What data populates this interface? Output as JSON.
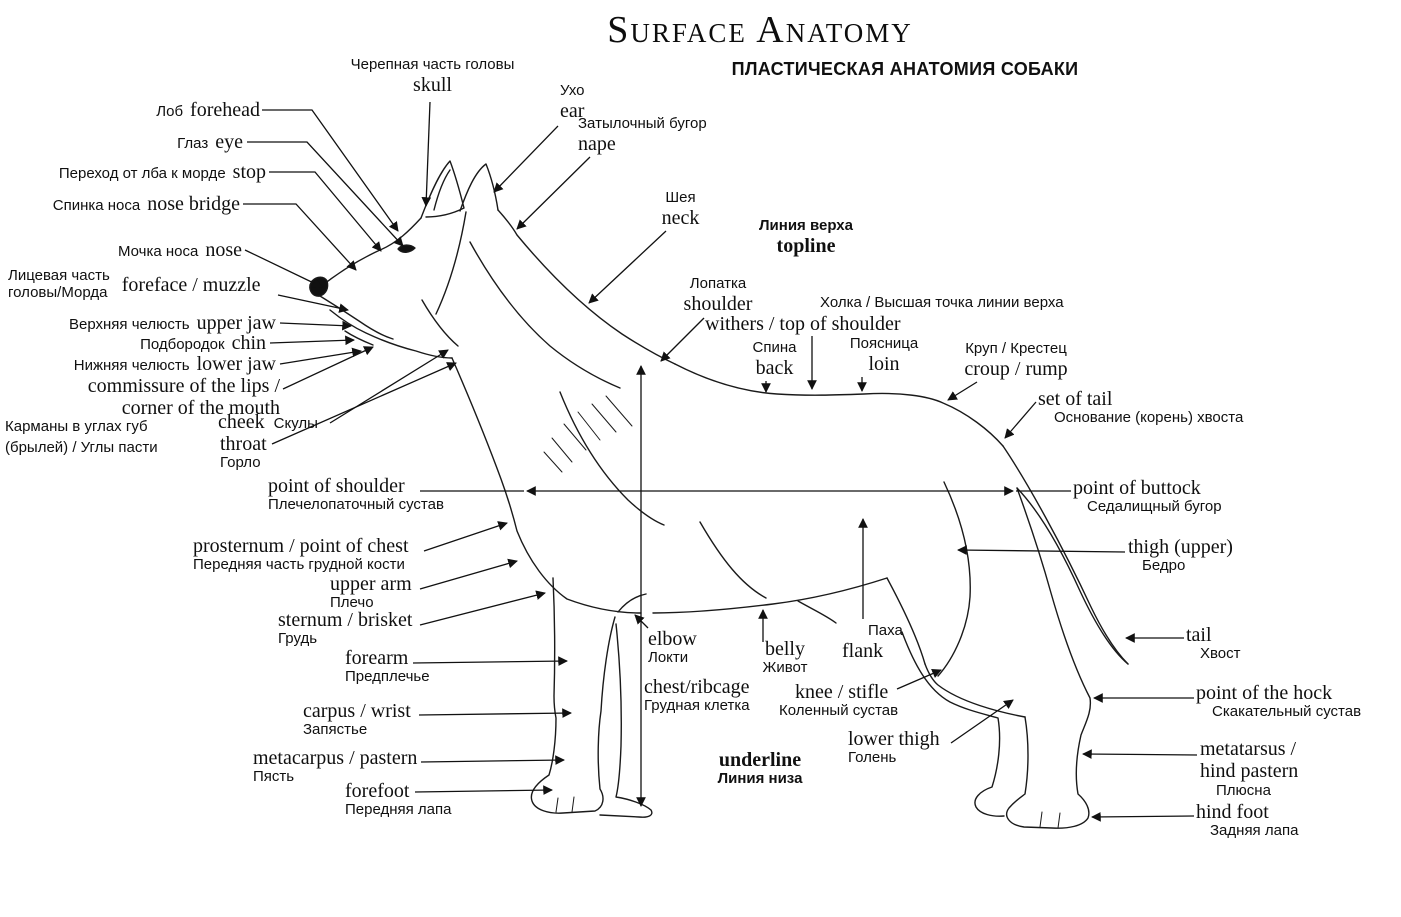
{
  "title": "Surface Anatomy",
  "subtitle": "ПЛАСТИЧЕСКАЯ АНАТОМИЯ СОБАКИ",
  "colors": {
    "ink": "#111111",
    "background": "#ffffff"
  },
  "labels": {
    "skull": {
      "ru": "Черепная часть головы",
      "en": "skull"
    },
    "forehead": {
      "ru": "Лоб",
      "en": "forehead"
    },
    "ear": {
      "ru": "Ухо",
      "en": "ear"
    },
    "nape": {
      "ru": "Затылочный бугор",
      "en": "nape"
    },
    "eye": {
      "ru": "Глаз",
      "en": "eye"
    },
    "stop": {
      "ru": "Переход от лба к морде",
      "en": "stop"
    },
    "nose_bridge": {
      "ru": "Спинка носа",
      "en": "nose bridge"
    },
    "neck": {
      "ru": "Шея",
      "en": "neck"
    },
    "nose": {
      "ru": "Мочка носа",
      "en": "nose"
    },
    "foreface": {
      "ru": "Лицевая часть",
      "ru2": "головы/Морда",
      "en": "foreface / muzzle"
    },
    "upper_jaw": {
      "ru": "Верхняя челюсть",
      "en": "upper jaw"
    },
    "chin": {
      "ru": "Подбородок",
      "en": "chin"
    },
    "lower_jaw": {
      "ru": "Нижняя челюсть",
      "en": "lower jaw"
    },
    "commissure": {
      "en": "commissure of the lips /",
      "en2": "corner of the mouth",
      "ru": "Карманы в углах губ",
      "ru2": "(брылей) / Углы пасти"
    },
    "cheek": {
      "en": "cheek",
      "ru": "Скулы"
    },
    "throat": {
      "en": "throat",
      "ru": "Горло"
    },
    "shoulder": {
      "ru": "Лопатка",
      "en": "shoulder"
    },
    "withers": {
      "en": "withers / top of shoulder",
      "ru": "Холка / Высшая точка линии верха"
    },
    "topline": {
      "ru": "Линия верха",
      "en": "topline"
    },
    "back": {
      "ru": "Спина",
      "en": "back"
    },
    "loin": {
      "ru": "Поясница",
      "en": "loin"
    },
    "croup": {
      "ru": "Круп / Крестец",
      "en": "croup / rump"
    },
    "set_of_tail": {
      "en": "set of tail",
      "ru": "Основание (корень) хвоста"
    },
    "point_of_shoulder": {
      "en": "point of shoulder",
      "ru": "Плечелопаточный сустав"
    },
    "point_of_buttock": {
      "en": "point of buttock",
      "ru": "Седалищный бугор"
    },
    "prosternum": {
      "en": "prosternum / point of chest",
      "ru": "Передняя часть грудной кости"
    },
    "upper_arm": {
      "en": "upper arm",
      "ru": "Плечо"
    },
    "sternum": {
      "en": "sternum / brisket",
      "ru": "Грудь"
    },
    "thigh": {
      "en": "thigh (upper)",
      "ru": "Бедро"
    },
    "forearm": {
      "en": "forearm",
      "ru": "Предплечье"
    },
    "elbow": {
      "en": "elbow",
      "ru": "Локти"
    },
    "belly": {
      "en": "belly",
      "ru": "Живот"
    },
    "flank": {
      "ru": "Паха",
      "en": "flank"
    },
    "tail": {
      "en": "tail",
      "ru": "Хвост"
    },
    "chest": {
      "en": "chest/ribcage",
      "ru": "Грудная клетка"
    },
    "knee": {
      "en": "knee / stifle",
      "ru": "Коленный сустав"
    },
    "hock": {
      "en": "point of the hock",
      "ru": "Скакательный сустав"
    },
    "carpus": {
      "en": "carpus / wrist",
      "ru": "Запястье"
    },
    "lower_thigh": {
      "en": "lower thigh",
      "ru": "Голень"
    },
    "metacarpus": {
      "en": "metacarpus / pastern",
      "ru": "Пясть"
    },
    "underline": {
      "en": "underline",
      "ru": "Линия низа"
    },
    "metatarsus": {
      "en": "metatarsus /",
      "en2": "hind pastern",
      "ru": "Плюсна"
    },
    "forefoot": {
      "en": "forefoot",
      "ru": "Передняя лапа"
    },
    "hind_foot": {
      "en": "hind foot",
      "ru": "Задняя лапа"
    }
  }
}
